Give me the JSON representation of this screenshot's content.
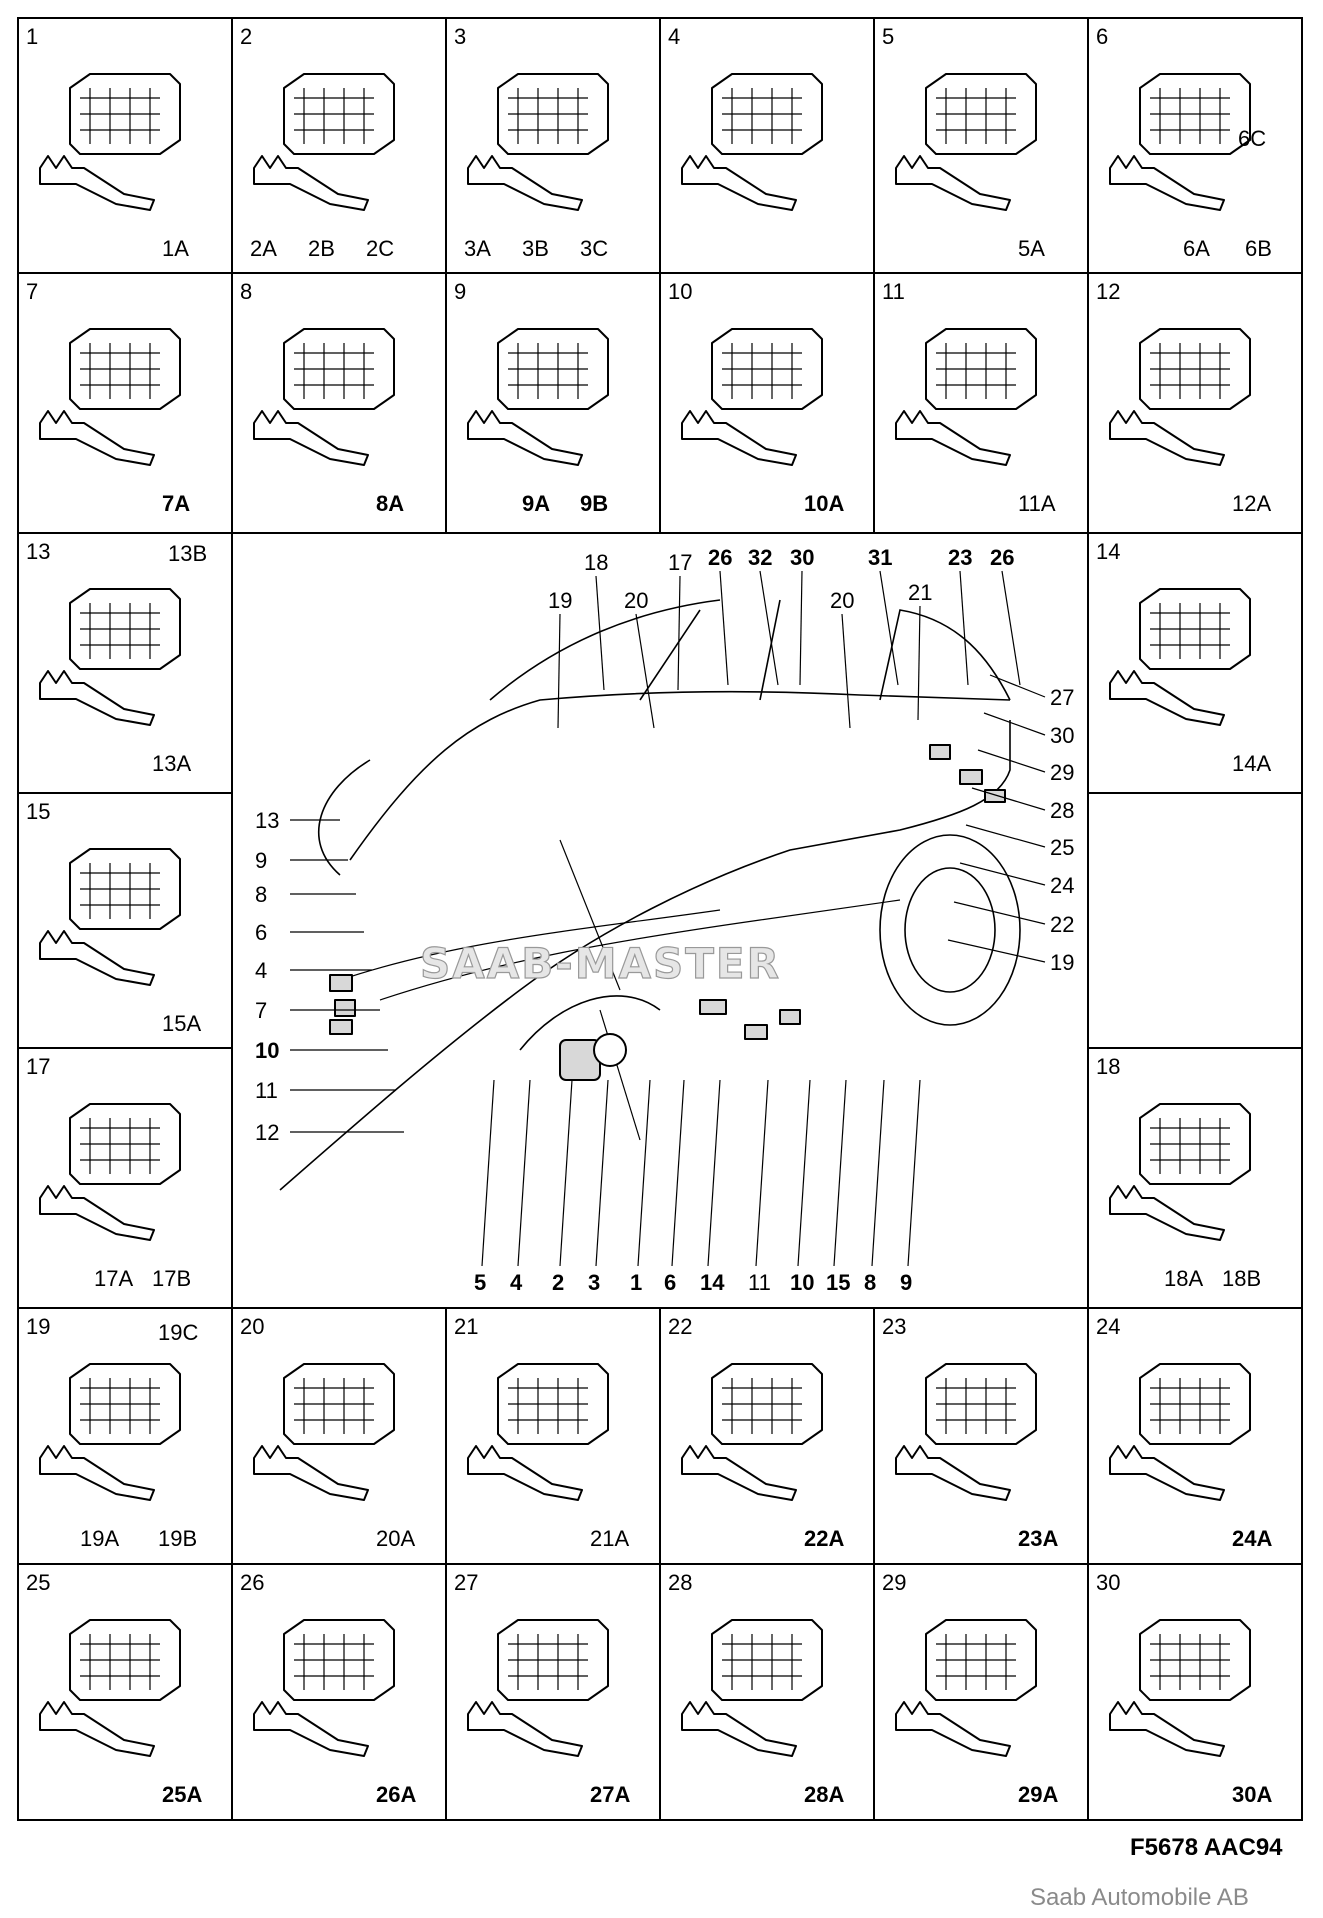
{
  "cells": [
    {
      "num": "1",
      "subs": [
        "1A"
      ]
    },
    {
      "num": "2",
      "subs": [
        "2A",
        "2B",
        "2C"
      ]
    },
    {
      "num": "3",
      "subs": [
        "3A",
        "3B",
        "3C"
      ]
    },
    {
      "num": "4",
      "subs": []
    },
    {
      "num": "5",
      "subs": [
        "5A"
      ]
    },
    {
      "num": "6",
      "subs": [
        "6C",
        "6A",
        "6B"
      ]
    },
    {
      "num": "7",
      "subs": [
        "7A"
      ]
    },
    {
      "num": "8",
      "subs": [
        "8A"
      ]
    },
    {
      "num": "9",
      "subs": [
        "9A",
        "9B"
      ]
    },
    {
      "num": "10",
      "subs": [
        "10A"
      ]
    },
    {
      "num": "11",
      "subs": [
        "11A"
      ]
    },
    {
      "num": "12",
      "subs": [
        "12A"
      ]
    },
    {
      "num": "13",
      "subs": [
        "13B",
        "13A"
      ]
    },
    {
      "num": "14",
      "subs": [
        "14A"
      ]
    },
    {
      "num": "15",
      "subs": [
        "15A"
      ]
    },
    {
      "num": "17",
      "subs": [
        "17A",
        "17B"
      ]
    },
    {
      "num": "18",
      "subs": [
        "18A",
        "18B"
      ]
    },
    {
      "num": "19",
      "subs": [
        "19C",
        "19A",
        "19B"
      ]
    },
    {
      "num": "20",
      "subs": [
        "20A"
      ]
    },
    {
      "num": "21",
      "subs": [
        "21A"
      ]
    },
    {
      "num": "22",
      "subs": [
        "22A"
      ]
    },
    {
      "num": "23",
      "subs": [
        "23A"
      ]
    },
    {
      "num": "24",
      "subs": [
        "24A"
      ]
    },
    {
      "num": "25",
      "subs": [
        "25A"
      ]
    },
    {
      "num": "26",
      "subs": [
        "26A"
      ]
    },
    {
      "num": "27",
      "subs": [
        "27A"
      ]
    },
    {
      "num": "28",
      "subs": [
        "28A"
      ]
    },
    {
      "num": "29",
      "subs": [
        "29A"
      ]
    },
    {
      "num": "30",
      "subs": [
        "30A"
      ]
    }
  ],
  "callouts": {
    "top": [
      "19",
      "18",
      "20",
      "17",
      "26",
      "32",
      "30",
      "20",
      "31",
      "21",
      "23",
      "26"
    ],
    "right": [
      "27",
      "30",
      "29",
      "28",
      "25",
      "24",
      "22",
      "19"
    ],
    "left": [
      "13",
      "9",
      "8",
      "6",
      "4",
      "7",
      "10",
      "11",
      "12"
    ],
    "bottom": [
      "5",
      "4",
      "2",
      "3",
      "1",
      "6",
      "14",
      "11",
      "10",
      "15",
      "8",
      "9"
    ]
  },
  "watermark": "SAAB-MASTER",
  "figure_code": "F5678 AAC94",
  "credit": "Saab Automobile AB"
}
